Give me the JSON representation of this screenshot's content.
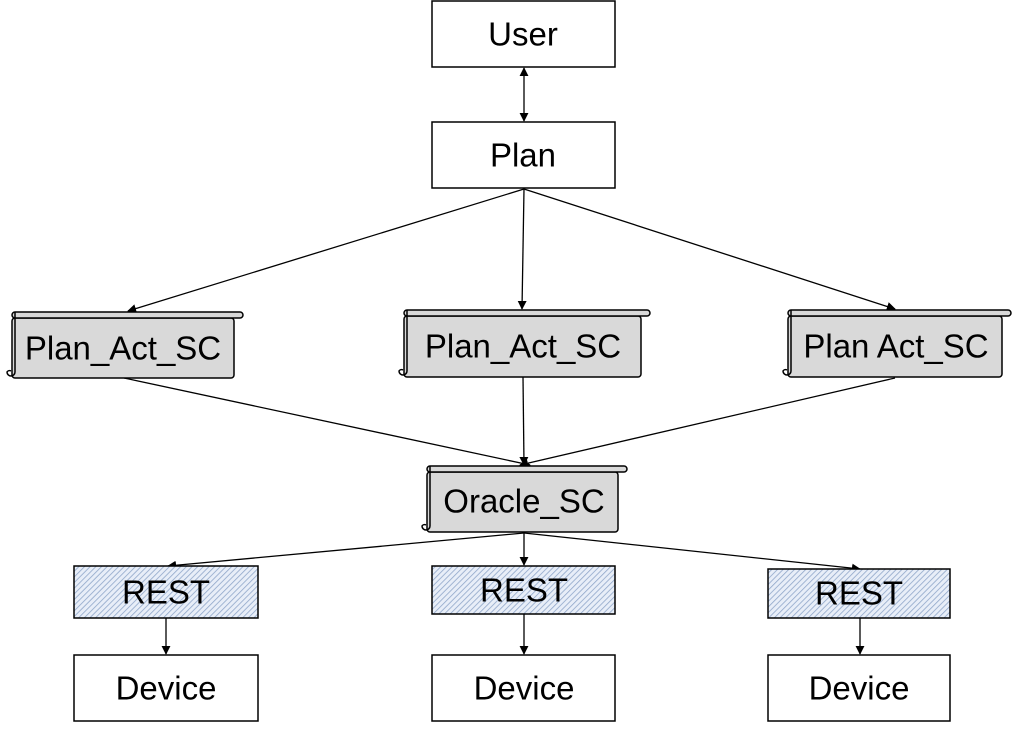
{
  "nodes": {
    "user": "User",
    "plan": "Plan",
    "plan_act_1": "Plan_Act_SC",
    "plan_act_2": "Plan_Act_SC",
    "plan_act_3": "Plan Act_SC",
    "oracle": "Oracle_SC",
    "rest_1": "REST",
    "rest_2": "REST",
    "rest_3": "REST",
    "device_1": "Device",
    "device_2": "Device",
    "device_3": "Device"
  },
  "colors": {
    "scroll_fill": "#d9d9d9",
    "rest_hatch": "#8fa6c9",
    "rest_fill": "#e8eef8",
    "stroke": "#000000"
  }
}
